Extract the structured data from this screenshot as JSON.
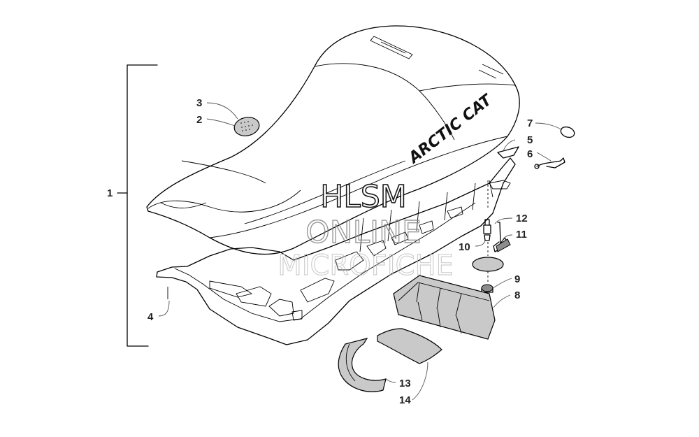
{
  "callouts": {
    "c1": "1",
    "c2": "2",
    "c3": "3",
    "c4": "4",
    "c5": "5",
    "c6": "6",
    "c7": "7",
    "c8": "8",
    "c9": "9",
    "c10": "10",
    "c11": "11",
    "c12": "12",
    "c13": "13",
    "c14": "14"
  },
  "seat_decal": "ARCTIC CAT",
  "watermark": {
    "line1": "HLSM",
    "line2": "ONLINE",
    "line3": "MICROFICHE"
  }
}
